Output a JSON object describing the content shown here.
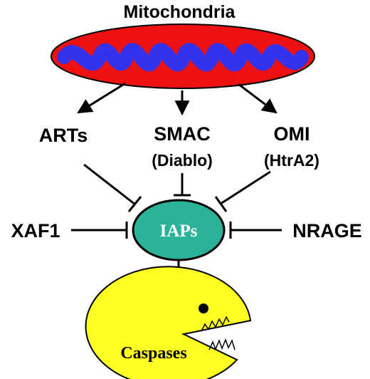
{
  "title": "Mitochondria",
  "nodes": {
    "arts": "ARTs",
    "smac": "SMAC",
    "smac_alt": "(Diablo)",
    "omi": "OMI",
    "omi_alt": "(HtrA2)",
    "xaf1": "XAF1",
    "nrage": "NRAGE",
    "iaps": "IAPs",
    "caspases": "Caspases"
  },
  "colors": {
    "mito_outer": "#ee1111",
    "mito_inner": "#3333ee",
    "iaps_fill": "#2bb39a",
    "caspase_fill": "#ffff22",
    "line": "#000000"
  }
}
